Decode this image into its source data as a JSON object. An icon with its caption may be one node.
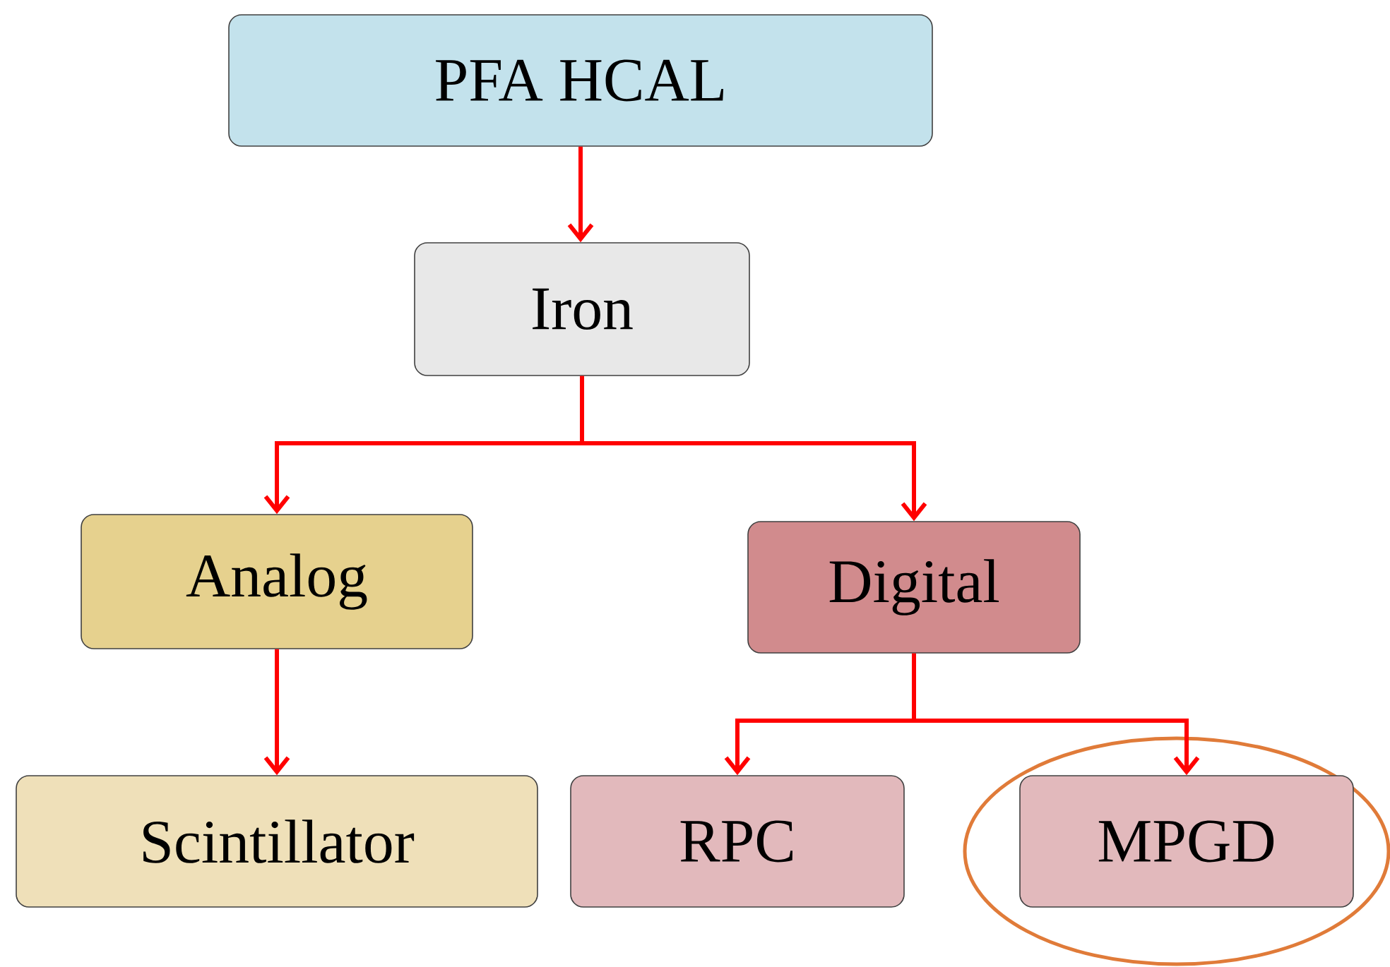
{
  "diagram": {
    "nodes": [
      {
        "text": [
          "PFA HCAL"
        ]
      },
      {
        "text": [
          "Iron"
        ]
      },
      {
        "text": [
          "Analog"
        ]
      },
      {
        "text": [
          "Digital"
        ]
      },
      {
        "text": [
          "Scintillator"
        ]
      },
      {
        "text": [
          "RPC"
        ]
      },
      {
        "text": [],
        "shape": "ellipse"
      },
      {
        "text": [
          "MPGD"
        ],
        "in": 6
      }
    ],
    "edges": [
      {
        "from": 0,
        "to": 1,
        "arrow": "to"
      },
      {
        "from": 1,
        "to": 2,
        "arrow": "to"
      },
      {
        "from": 1,
        "to": 3,
        "arrow": "to"
      },
      {
        "from": 2,
        "to": 4,
        "arrow": "to"
      },
      {
        "from": 3,
        "to": 5,
        "arrow": "to"
      },
      {
        "from": 3,
        "to": 7,
        "arrow": "to"
      }
    ]
  }
}
